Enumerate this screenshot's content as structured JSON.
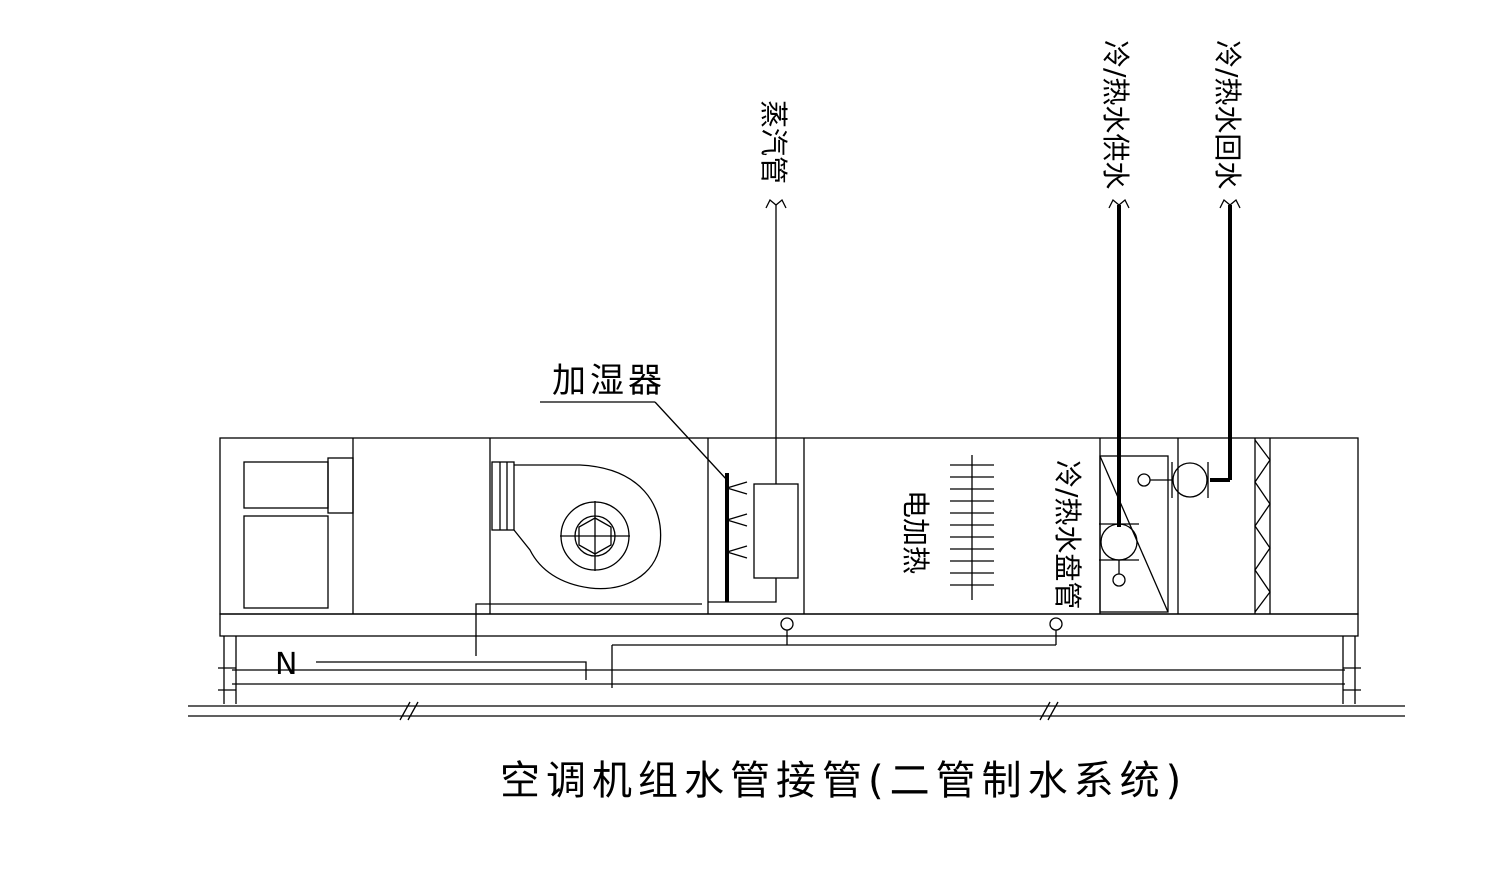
{
  "title": "空调机组水管接管(二管制水系统)",
  "labels": {
    "humidifier": "加湿器",
    "steam_pipe": "蒸汽管",
    "supply_water": "冷/热水供水",
    "return_water": "冷/热水回水",
    "drain_pan": "冷/热水盘管",
    "electric_heater": "电加热",
    "north": "N"
  }
}
